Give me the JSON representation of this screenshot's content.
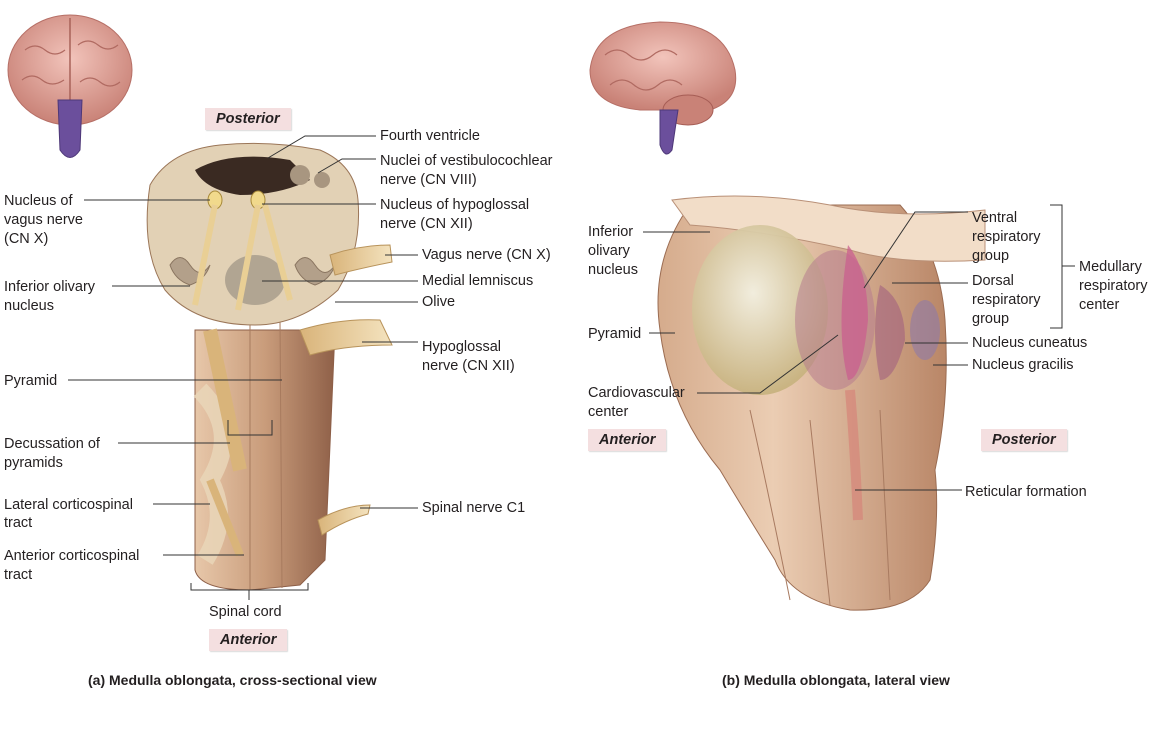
{
  "panel_a": {
    "caption": "(a) Medulla oblongata, cross-sectional view",
    "posterior_tag": "Posterior",
    "anterior_tag": "Anterior",
    "labels": {
      "fourth_ventricle": "Fourth ventricle",
      "vestibulocochlear_1": "Nuclei of vestibulocochlear",
      "vestibulocochlear_2": "nerve (CN VIII)",
      "hypoglossal_nucleus_1": "Nucleus of hypoglossal",
      "hypoglossal_nucleus_2": "nerve (CN XII)",
      "vagus_nerve": "Vagus nerve (CN X)",
      "medial_lemniscus": "Medial lemniscus",
      "olive": "Olive",
      "hypoglossal_nerve_1": "Hypoglossal",
      "hypoglossal_nerve_2": "nerve (CN XII)",
      "spinal_nerve_c1": "Spinal nerve C1",
      "vagus_nucleus_1": "Nucleus of",
      "vagus_nucleus_2": "vagus nerve",
      "vagus_nucleus_3": "(CN X)",
      "inferior_olivary_1": "Inferior olivary",
      "inferior_olivary_2": "nucleus",
      "pyramid": "Pyramid",
      "decussation_1": "Decussation of",
      "decussation_2": "pyramids",
      "lateral_cs_1": "Lateral corticospinal",
      "lateral_cs_2": "tract",
      "anterior_cs_1": "Anterior corticospinal",
      "anterior_cs_2": "tract",
      "spinal_cord": "Spinal cord"
    }
  },
  "panel_b": {
    "caption": "(b) Medulla oblongata, lateral view",
    "anterior_tag": "Anterior",
    "posterior_tag": "Posterior",
    "labels": {
      "inferior_olivary_1": "Inferior",
      "inferior_olivary_2": "olivary",
      "inferior_olivary_3": "nucleus",
      "pyramid": "Pyramid",
      "cardio_1": "Cardiovascular",
      "cardio_2": "center",
      "ventral_1": "Ventral",
      "ventral_2": "respiratory",
      "ventral_3": "group",
      "dorsal_1": "Dorsal",
      "dorsal_2": "respiratory",
      "dorsal_3": "group",
      "medullary_1": "Medullary",
      "medullary_2": "respiratory",
      "medullary_3": "center",
      "nucleus_cuneatus": "Nucleus cuneatus",
      "nucleus_gracilis": "Nucleus gracilis",
      "reticular_formation": "Reticular formation"
    }
  },
  "colors": {
    "tag_bg": "#f4dfe0",
    "brain": "#d99c93",
    "brainstem": "#6b4f9c",
    "tissue": "#c69a7b",
    "nerve": "#ead1a3",
    "respiratory": "#c95f8f"
  }
}
